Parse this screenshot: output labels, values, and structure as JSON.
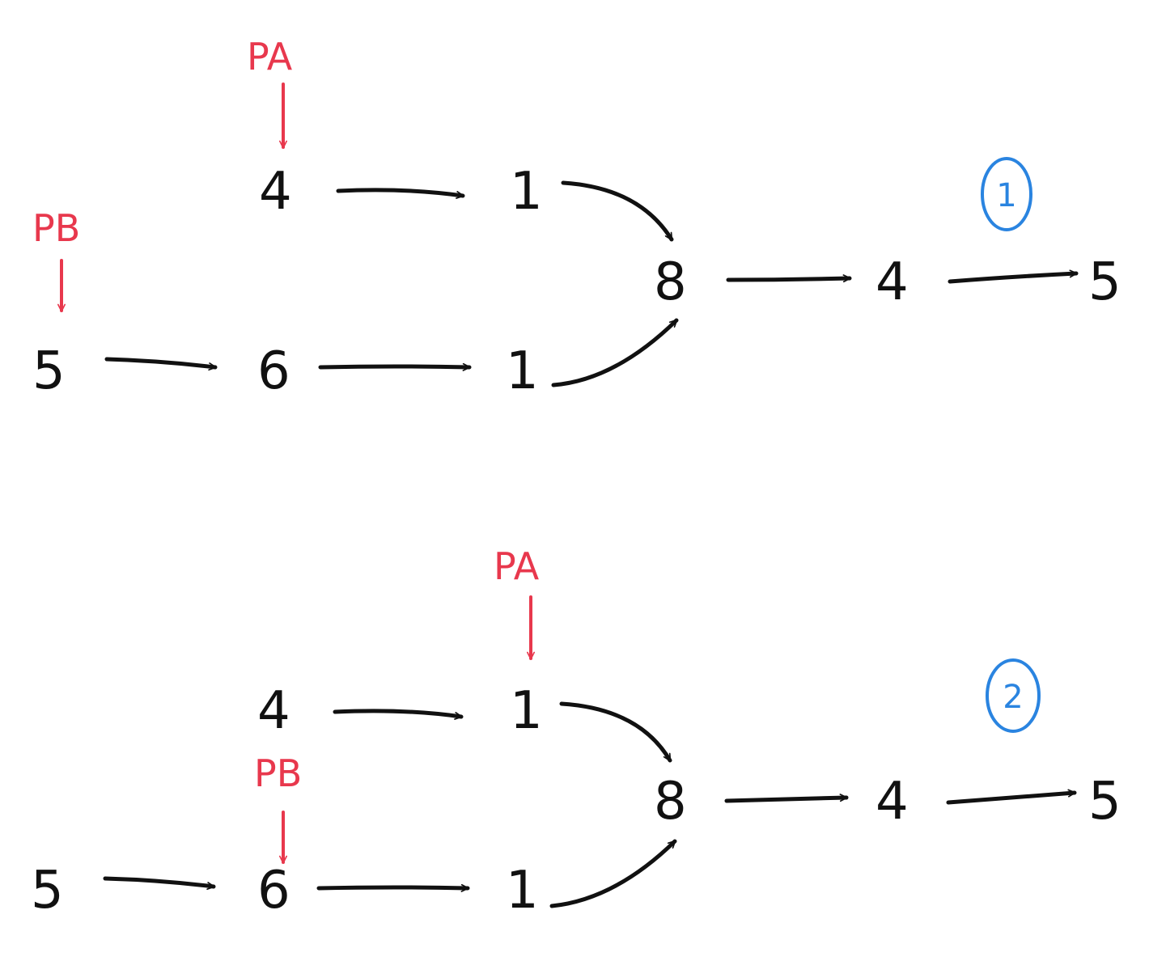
{
  "colors": {
    "ink": "#111111",
    "pointer": "#e8384d",
    "step": "#2a84e0"
  },
  "diagrams": [
    {
      "step_label": "1",
      "list_a": [
        "4",
        "1"
      ],
      "list_b": [
        "5",
        "6",
        "1"
      ],
      "shared": [
        "8",
        "4",
        "5"
      ],
      "pointers": [
        {
          "label": "PA",
          "target": "a0"
        },
        {
          "label": "PB",
          "target": "b0"
        }
      ]
    },
    {
      "step_label": "2",
      "list_a": [
        "4",
        "1"
      ],
      "list_b": [
        "5",
        "6",
        "1"
      ],
      "shared": [
        "8",
        "4",
        "5"
      ],
      "pointers": [
        {
          "label": "PA",
          "target": "a1"
        },
        {
          "label": "PB",
          "target": "b1"
        }
      ]
    }
  ]
}
